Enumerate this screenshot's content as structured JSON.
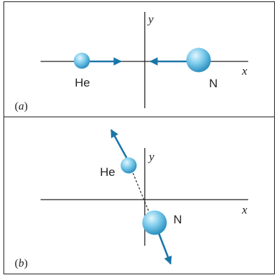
{
  "panel_a": {
    "label_open": "(",
    "label_letter": "a",
    "label_close": ")",
    "x_axis_label": "x",
    "y_axis_label": "y",
    "he_label": "He",
    "n_label": "N"
  },
  "panel_b": {
    "label_open": "(",
    "label_letter": "b",
    "label_close": ")",
    "x_axis_label": "x",
    "y_axis_label": "y",
    "he_label": "He",
    "n_label": "N"
  },
  "colors": {
    "axis": "#231f20",
    "arrow": "#1a75a8",
    "sphere_light": "#d8f1fb",
    "sphere_mid": "#69c1e6",
    "sphere_dark": "#1d8bbd"
  }
}
